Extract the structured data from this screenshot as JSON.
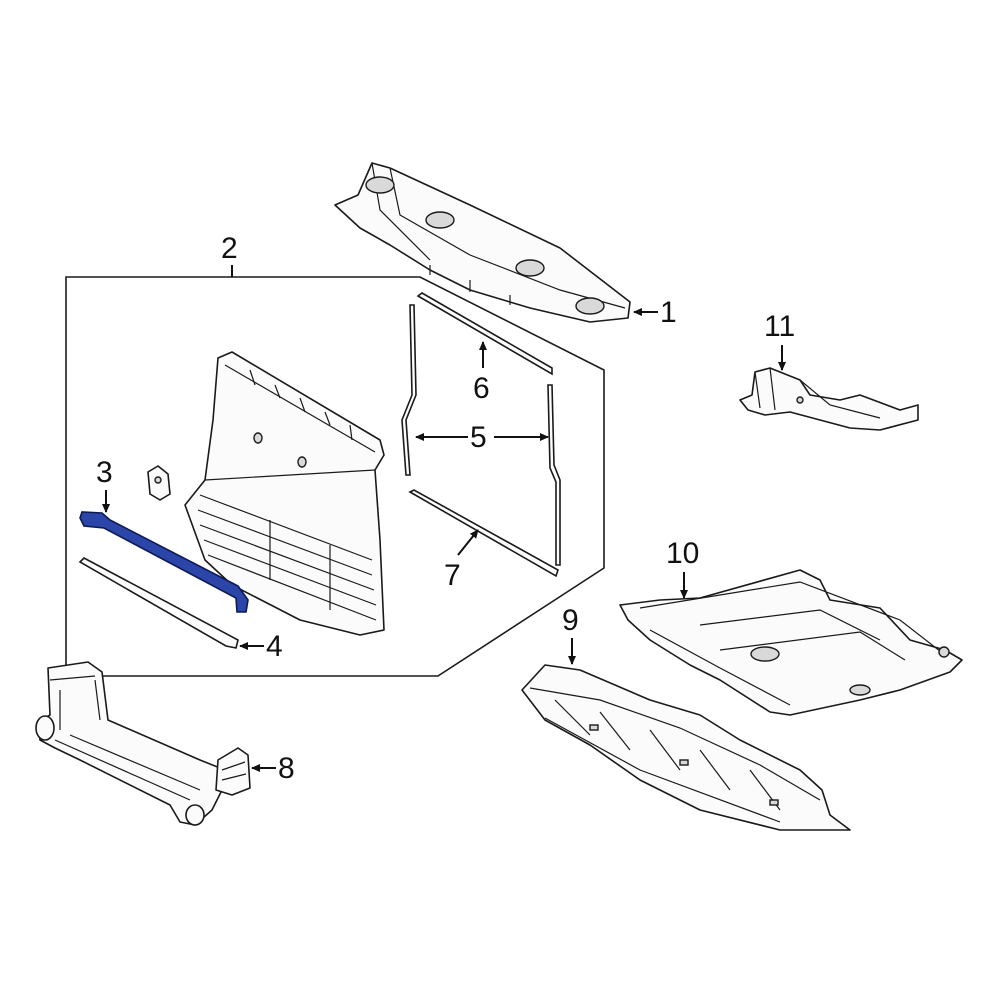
{
  "diagram": {
    "callouts": {
      "c1": "1",
      "c2": "2",
      "c3": "3",
      "c4": "4",
      "c5": "5",
      "c6": "6",
      "c7": "7",
      "c8": "8",
      "c9": "9",
      "c10": "10",
      "c11": "11"
    },
    "highlight_color": "#2b45a8",
    "line_color": "#1a1a1a"
  }
}
